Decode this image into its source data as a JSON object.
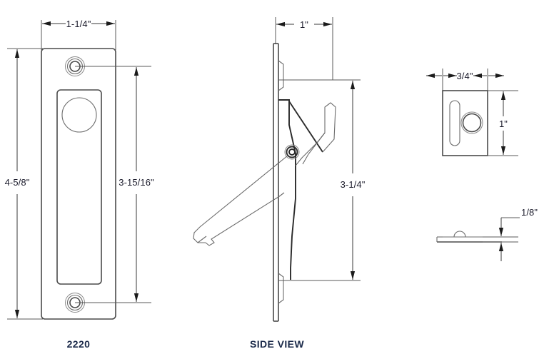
{
  "drawing": {
    "background_color": "#ffffff",
    "line_color": "#4a4a4a",
    "text_color": "#1b1b2b",
    "label_color": "#1b2a4a"
  },
  "views": {
    "front": {
      "label": "2220",
      "dimensions": {
        "width": "1-1/4\"",
        "overall_height": "4-5/8\"",
        "hole_spacing": "3-15/16\""
      }
    },
    "side": {
      "label": "SIDE VIEW",
      "dimensions": {
        "depth": "1\"",
        "height": "3-1/4\""
      }
    },
    "detail_top": {
      "dimensions": {
        "width": "3/4\"",
        "height": "1\""
      }
    },
    "detail_bottom": {
      "dimensions": {
        "thickness": "1/8\""
      }
    }
  }
}
